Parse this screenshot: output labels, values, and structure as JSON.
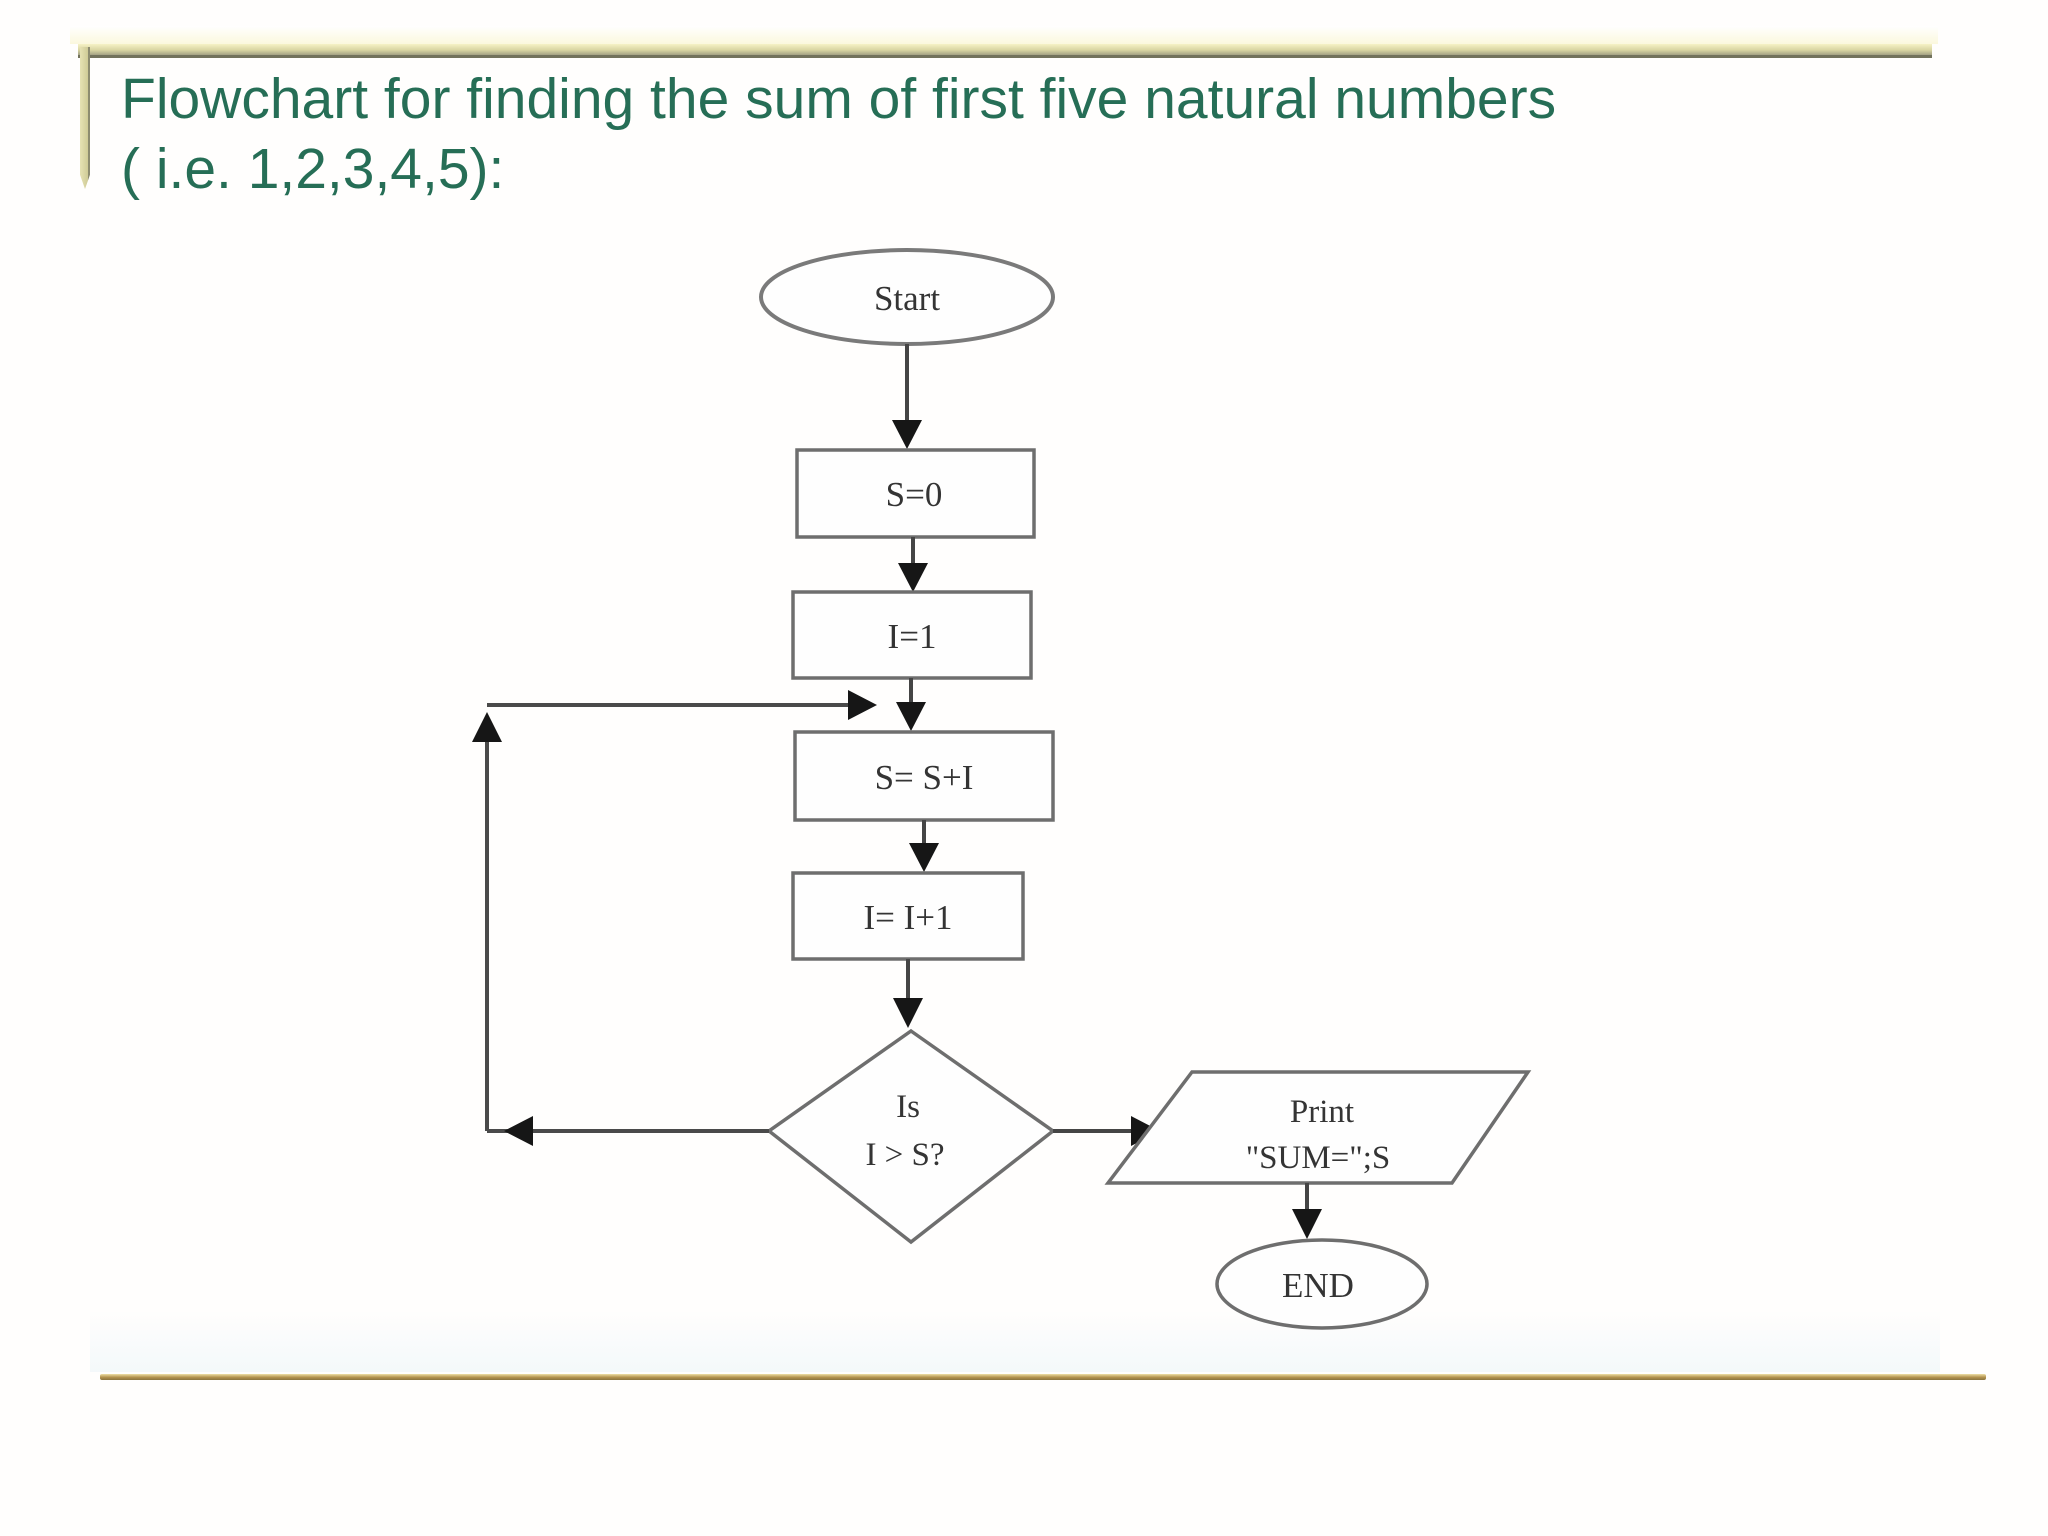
{
  "slide": {
    "title_line1": "Flowchart for finding the sum of first five natural numbers",
    "title_line2": "( i.e. 1,2,3,4,5):"
  },
  "flowchart": {
    "nodes": {
      "start": {
        "type": "terminator",
        "label": "Start"
      },
      "init_s": {
        "type": "process",
        "label": "S=0"
      },
      "init_i": {
        "type": "process",
        "label": "I=1"
      },
      "add": {
        "type": "process",
        "label": "S= S+I"
      },
      "incr": {
        "type": "process",
        "label": "I= I+1"
      },
      "decision": {
        "type": "decision",
        "label_line1": "Is",
        "label_line2": "I > S?"
      },
      "print": {
        "type": "input-output",
        "label_line1": "Print",
        "label_line2": "\"SUM=\";S"
      },
      "end": {
        "type": "terminator",
        "label": "END"
      }
    }
  },
  "colors": {
    "title_text": "#266e56",
    "top_border_bar": "#d9d5a2",
    "top_border_edge": "#72725c",
    "bottom_rule": "#b3924e",
    "shape_stroke": "#7a7a7a",
    "connector": "#454545",
    "node_text": "#343434",
    "background": "#fffefd"
  }
}
